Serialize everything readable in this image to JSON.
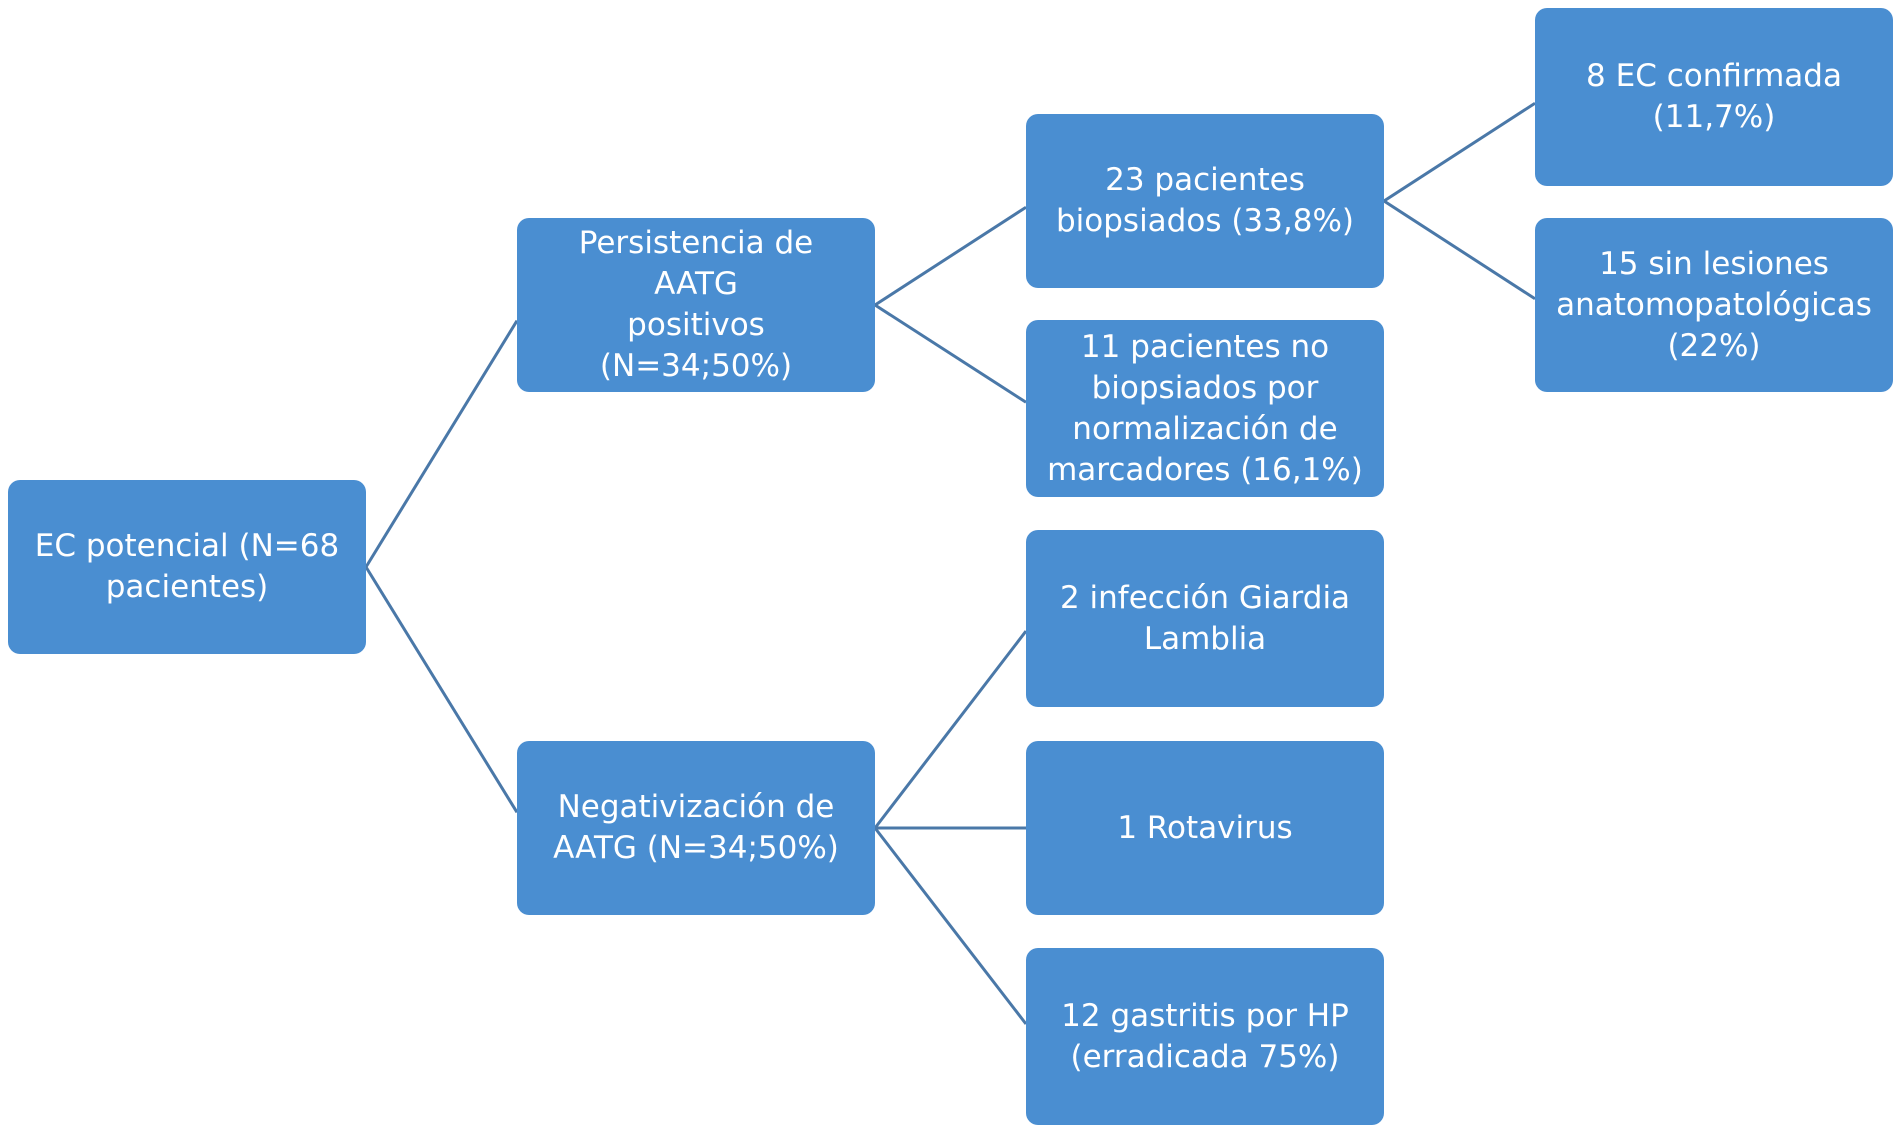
{
  "colors": {
    "box_fill": "#4a8ed1",
    "connector": "#4a78a8",
    "text": "#ffffff",
    "background": "#ffffff"
  },
  "nodes": {
    "root": "EC potencial (N=68\npacientes)",
    "persistencia": "Persistencia de AATG\npositivos (N=34;50%)",
    "negativizacion": "Negativización de\nAATG  (N=34;50%)",
    "biopsiados": "23 pacientes\nbiopsiados (33,8%)",
    "no_biopsiados": "11 pacientes no\nbiopsiados por\nnormalización de\nmarcadores (16,1%)",
    "giardia": "2 infección Giardia\nLamblia",
    "rotavirus": "1 Rotavirus",
    "gastritis": "12 gastritis por HP\n(erradicada 75%)",
    "confirmada": "8 EC confirmada\n(11,7%)",
    "sin_lesiones": "15 sin lesiones\nanatomopatológicas\n(22%)"
  },
  "edges": [
    [
      "root",
      "persistencia"
    ],
    [
      "root",
      "negativizacion"
    ],
    [
      "persistencia",
      "biopsiados"
    ],
    [
      "persistencia",
      "no_biopsiados"
    ],
    [
      "biopsiados",
      "confirmada"
    ],
    [
      "biopsiados",
      "sin_lesiones"
    ],
    [
      "negativizacion",
      "giardia"
    ],
    [
      "negativizacion",
      "rotavirus"
    ],
    [
      "negativizacion",
      "gastritis"
    ]
  ]
}
